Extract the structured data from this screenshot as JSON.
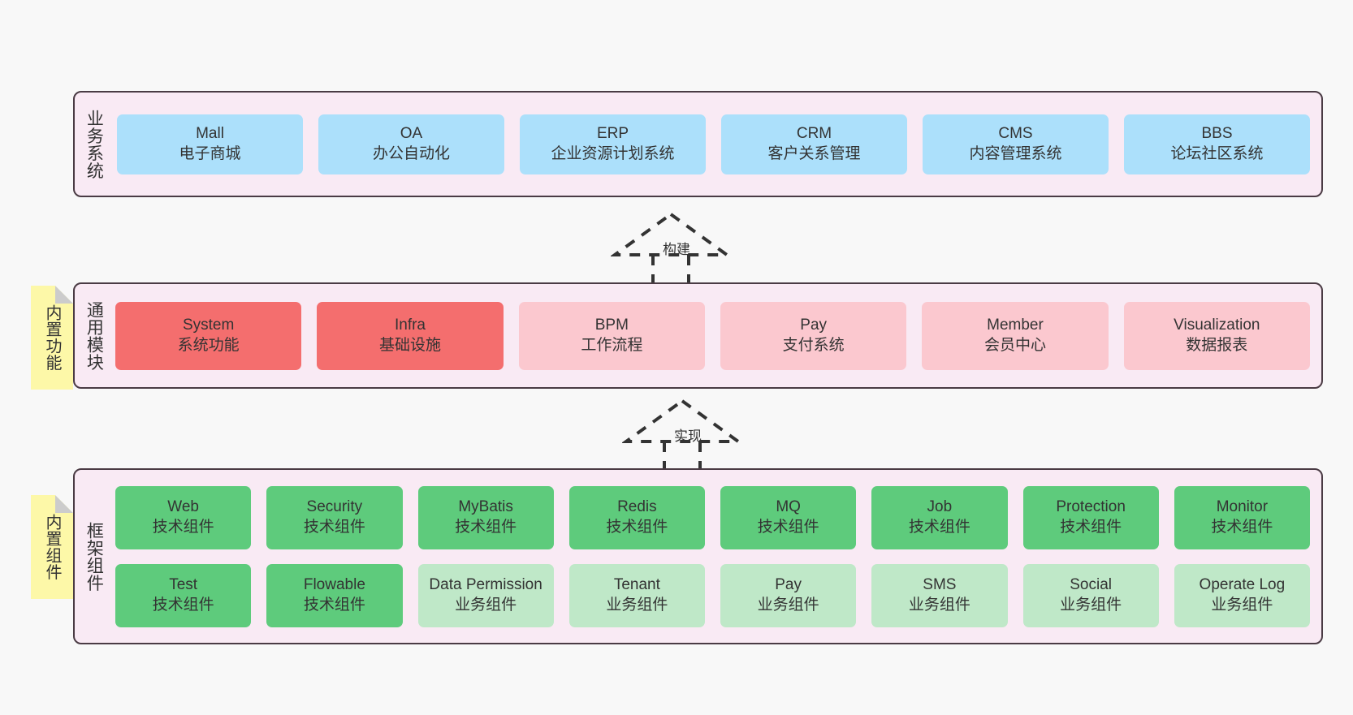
{
  "diagram": {
    "background": "#f8f8f8",
    "panel_fill": "#f9eaf4",
    "panel_border": "#4a3b44",
    "note_fill": "#fdf8a8"
  },
  "notes": [
    {
      "name": "builtin-features",
      "text": "内置功能"
    },
    {
      "name": "builtin-components",
      "text": "内置组件"
    }
  ],
  "connectors": [
    {
      "name": "build",
      "label": "构建",
      "style": "dashed-hollow-triangle-up"
    },
    {
      "name": "implement",
      "label": "实现",
      "style": "dashed-hollow-triangle-up"
    }
  ],
  "layers": [
    {
      "id": "business",
      "title": "业务系统",
      "color": "#ace0fb",
      "rows": [
        [
          {
            "t1": "Mall",
            "t2": "电子商城",
            "color": "#ace0fb"
          },
          {
            "t1": "OA",
            "t2": "办公自动化",
            "color": "#ace0fb"
          },
          {
            "t1": "ERP",
            "t2": "企业资源计划系统",
            "color": "#ace0fb"
          },
          {
            "t1": "CRM",
            "t2": "客户关系管理",
            "color": "#ace0fb"
          },
          {
            "t1": "CMS",
            "t2": "内容管理系统",
            "color": "#ace0fb"
          },
          {
            "t1": "BBS",
            "t2": "论坛社区系统",
            "color": "#ace0fb"
          }
        ]
      ]
    },
    {
      "id": "common",
      "title": "通用模块",
      "color": "#f46e6e",
      "rows": [
        [
          {
            "t1": "System",
            "t2": "系统功能",
            "color": "#f46e6e"
          },
          {
            "t1": "Infra",
            "t2": "基础设施",
            "color": "#f46e6e"
          },
          {
            "t1": "BPM",
            "t2": "工作流程",
            "color": "#fbc8cf"
          },
          {
            "t1": "Pay",
            "t2": "支付系统",
            "color": "#fbc8cf"
          },
          {
            "t1": "Member",
            "t2": "会员中心",
            "color": "#fbc8cf"
          },
          {
            "t1": "Visualization",
            "t2": "数据报表",
            "color": "#fbc8cf"
          }
        ]
      ]
    },
    {
      "id": "framework",
      "title": "框架组件",
      "color": "#5ecb7c",
      "rows": [
        [
          {
            "t1": "Web",
            "t2": "技术组件",
            "color": "#5ecb7c"
          },
          {
            "t1": "Security",
            "t2": "技术组件",
            "color": "#5ecb7c"
          },
          {
            "t1": "MyBatis",
            "t2": "技术组件",
            "color": "#5ecb7c"
          },
          {
            "t1": "Redis",
            "t2": "技术组件",
            "color": "#5ecb7c"
          },
          {
            "t1": "MQ",
            "t2": "技术组件",
            "color": "#5ecb7c"
          },
          {
            "t1": "Job",
            "t2": "技术组件",
            "color": "#5ecb7c"
          },
          {
            "t1": "Protection",
            "t2": "技术组件",
            "color": "#5ecb7c"
          },
          {
            "t1": "Monitor",
            "t2": "技术组件",
            "color": "#5ecb7c"
          }
        ],
        [
          {
            "t1": "Test",
            "t2": "技术组件",
            "color": "#5ecb7c"
          },
          {
            "t1": "Flowable",
            "t2": "技术组件",
            "color": "#5ecb7c"
          },
          {
            "t1": "Data Permission",
            "t2": "业务组件",
            "color": "#bfe8c8"
          },
          {
            "t1": "Tenant",
            "t2": "业务组件",
            "color": "#bfe8c8"
          },
          {
            "t1": "Pay",
            "t2": "业务组件",
            "color": "#bfe8c8"
          },
          {
            "t1": "SMS",
            "t2": "业务组件",
            "color": "#bfe8c8"
          },
          {
            "t1": "Social",
            "t2": "业务组件",
            "color": "#bfe8c8"
          },
          {
            "t1": "Operate Log",
            "t2": "业务组件",
            "color": "#bfe8c8"
          }
        ]
      ]
    }
  ]
}
